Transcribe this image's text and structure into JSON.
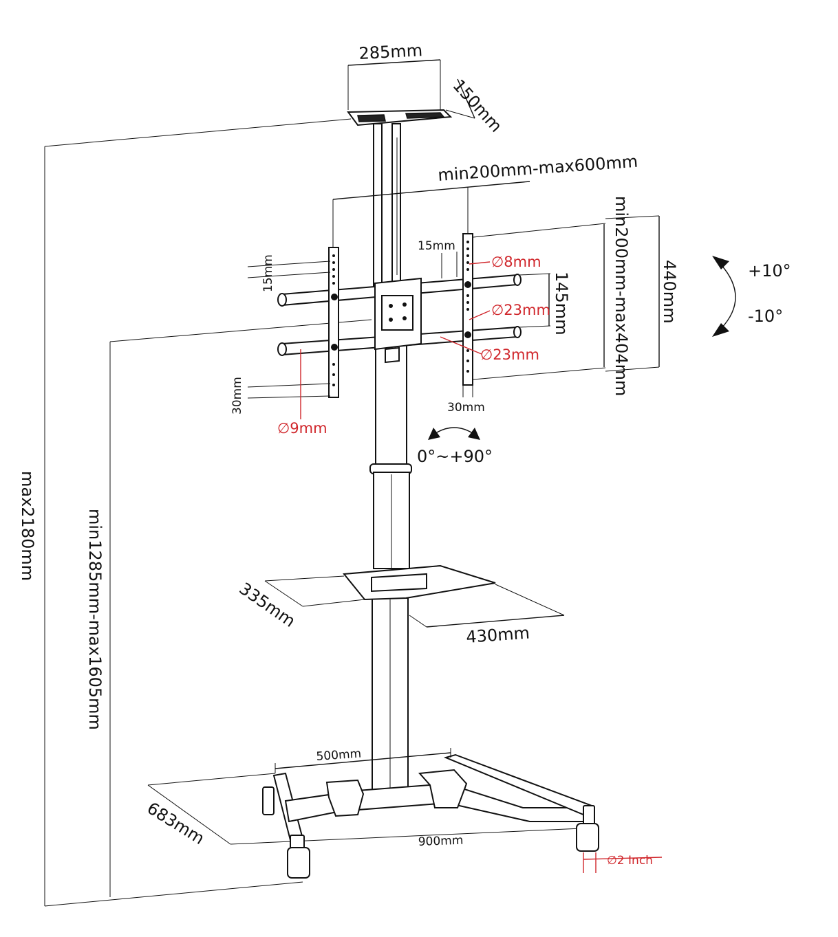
{
  "labels": {
    "top_width": "285mm",
    "top_depth": "150mm",
    "vesa_horizontal": "min200mm-max600mm",
    "vesa_vertical": "min200mm-max404mm",
    "bracket_height": "440mm",
    "arm_spacing": "145mm",
    "slot_15_left": "15mm",
    "slot_15_right": "15mm",
    "slot_30_left": "30mm",
    "slot_30_right": "30mm",
    "hole_8": "∅8mm",
    "hole_23_a": "∅23mm",
    "hole_23_b": "∅23mm",
    "hole_9": "∅9mm",
    "tilt_up": "+10°",
    "tilt_down": "-10°",
    "rotation": "0°~+90°",
    "max_height": "max2180mm",
    "height_range": "min1285mm-max1605mm",
    "shelf_depth": "335mm",
    "shelf_width": "430mm",
    "base_inner": "500mm",
    "base_width": "900mm",
    "base_depth": "683mm",
    "wheel": "∅2 Inch"
  },
  "colors": {
    "line": "#111111",
    "accent_red": "#d0262b",
    "background": "#ffffff"
  }
}
